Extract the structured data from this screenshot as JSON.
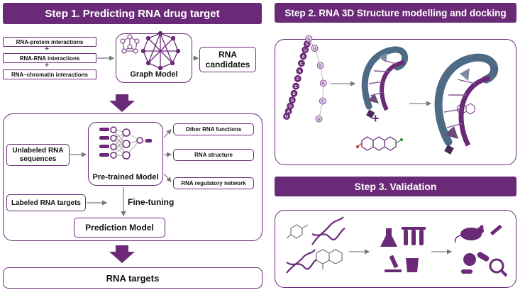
{
  "step1": {
    "title": "Step 1. Predicting RNA drug target",
    "interactions": [
      "RNA-protein interactions",
      "RNA-RNA interactions",
      "RNA–chromatin interactions"
    ],
    "plus": "+",
    "graph_model": "Graph Model",
    "rna_candidates": "RNA candidates",
    "unlabeled": "Unlabeled RNA sequences",
    "pretrained": "Pre-trained Model",
    "outputs": [
      "Other RNA functions",
      "RNA structure",
      "RNA regulatory network"
    ],
    "labeled": "Labeled RNA targets",
    "finetuning": "Fine-tuning",
    "prediction": "Prediction Model",
    "targets": "RNA targets"
  },
  "step2": {
    "title": "Step 2. RNA 3D Structure modelling and docking",
    "sequence": [
      "U",
      "A",
      "G",
      "G",
      "U",
      "C",
      "C",
      "A",
      "C",
      "A",
      "U",
      "G",
      "G",
      "U",
      "G",
      "G",
      "C",
      "G"
    ],
    "plus": "+"
  },
  "step3": {
    "title": "Step 3. Validation"
  },
  "colors": {
    "accent": "#6b2a78",
    "accent_light": "#b06fc0",
    "ribbon": "#4d6b85"
  }
}
